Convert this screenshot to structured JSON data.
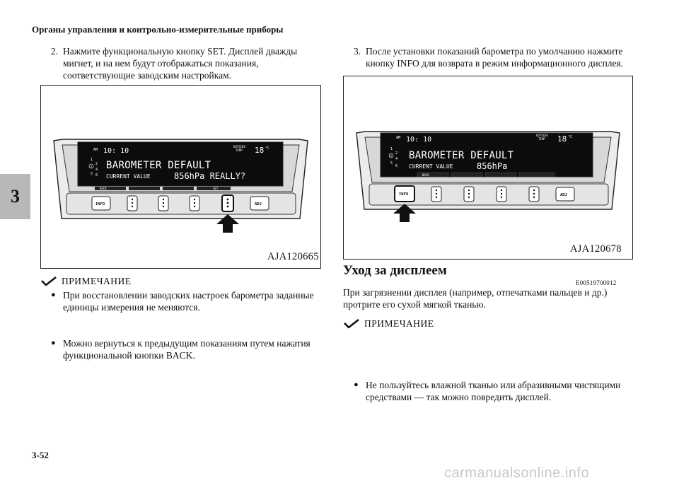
{
  "running_head": "Органы управления и контрольно-измерительные приборы",
  "chapter_tab": "3",
  "page_number": "3-52",
  "watermark": "carmanualsonline.info",
  "left": {
    "step_number": "2.",
    "step_lines": [
      "Нажмите функциональную кнопку SET. Дисплей дважды",
      "мигнет, и на нем будут отображаться показания,",
      "соответствующие заводским настройкам."
    ],
    "figure_code": "AJA120665",
    "display": {
      "am": "AM",
      "time": "10: 10",
      "outside": "OUTSIDE",
      "temp_label": "TEMP",
      "temp_value": "18",
      "unit": "°C",
      "line1": "BAROMETER DEFAULT",
      "line2_label": "CURRENT VALUE",
      "line2_value": "856hPa REALLY?",
      "gears": [
        "1",
        "2",
        "3",
        "4",
        "5",
        "6"
      ],
      "soft_left": "BACK",
      "soft_right": "SET",
      "btn_info": "INFO",
      "btn_adj": "ADJ"
    },
    "note_heading": "ПРИМЕЧАНИЕ",
    "notes": [
      [
        "При восстановлении заводских настроек барометра заданные",
        "единицы измерения не меняются."
      ],
      [
        "Можно вернуться к предыдущим показаниям путем нажатия",
        "функциональной кнопки BACK."
      ]
    ]
  },
  "right": {
    "step_number": "3.",
    "step_lines": [
      "После установки показаний барометра по умолчанию нажмите",
      "кнопку INFO для возврата в режим информационного дисплея."
    ],
    "figure_code": "AJA120678",
    "display": {
      "am": "AM",
      "time": "10: 10",
      "outside": "OUTSIDE",
      "temp_label": "TEMP",
      "temp_value": "18",
      "unit": "°C",
      "line1": "BAROMETER DEFAULT",
      "line2_label": "CURRENT VALUE",
      "line2_value": "856hPa",
      "gears": [
        "1",
        "2",
        "3",
        "4",
        "5",
        "6"
      ],
      "soft_left": "BACK",
      "btn_info": "INFO",
      "btn_adj": "ADJ"
    },
    "section_title": "Уход за дисплеем",
    "section_code": "E00519700012",
    "section_lines": [
      "При загрязнении дисплея (например, отпечатками пальцев и др.)",
      "протрите его сухой мягкой тканью."
    ],
    "note_heading": "ПРИМЕЧАНИЕ",
    "notes": [
      [
        "Не пользуйтесь влажной тканью или абразивными чистящими",
        "средствами — так можно повредить дисплей."
      ]
    ]
  }
}
